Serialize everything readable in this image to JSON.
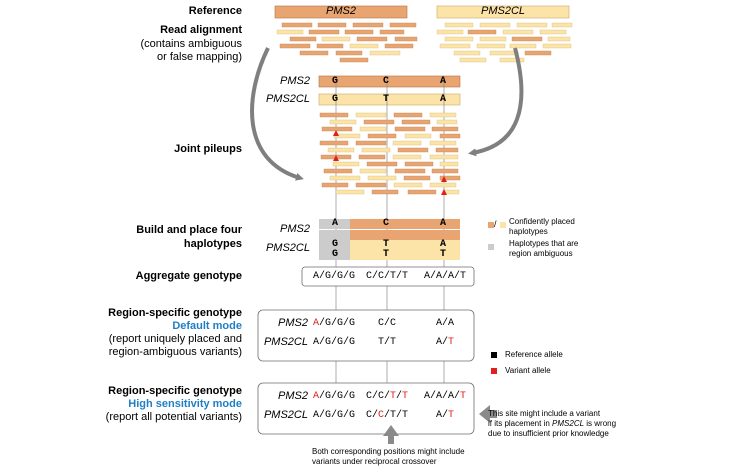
{
  "reference": {
    "title": "Reference",
    "pms2": "PMS2",
    "pms2cl": "PMS2CL"
  },
  "read_alignment": {
    "title": "Read alignment",
    "subtitle_line1": "(contains ambiguous",
    "subtitle_line2": "or false mapping)"
  },
  "haplotype_ref": {
    "pms2": {
      "label": "PMS2",
      "alleles": [
        "G",
        "C",
        "A"
      ]
    },
    "pms2cl": {
      "label": "PMS2CL",
      "alleles": [
        "G",
        "T",
        "A"
      ]
    }
  },
  "joint_pileups": {
    "title": "Joint pileups"
  },
  "build": {
    "title_line1": "Build and place four",
    "title_line2": "haplotypes",
    "pms2": {
      "label": "PMS2",
      "alleles": [
        "A",
        "C",
        "A"
      ]
    },
    "pms2cl": {
      "label": "PMS2CL"
    },
    "pms2cl_col1": [
      "G",
      "G"
    ],
    "pms2cl_col2": [
      "T",
      "T"
    ],
    "pms2cl_col3": [
      "A",
      "T"
    ]
  },
  "legend": {
    "confident_line1": "Confidently placed",
    "confident_line2": "haplotypes",
    "ambiguous_line1": "Haplotypes that are",
    "ambiguous_line2": "region ambiguous",
    "reference_allele": "Reference allele",
    "variant_allele": "Variant allele",
    "colors": {
      "pms2": "#e8a571",
      "pms2cl": "#fce3a8",
      "ambiguous": "#cccccc",
      "reference": "#000000",
      "variant": "#e0201a"
    }
  },
  "aggregate": {
    "title": "Aggregate genotype",
    "values": [
      "A/G/G/G",
      "C/C/T/T",
      "A/A/A/T"
    ]
  },
  "default_mode": {
    "title_line1": "Region-specific genotype",
    "mode": "Default mode",
    "sub_line1": "(report uniquely placed and",
    "sub_line2": "region-ambiguous variants)",
    "pms2": {
      "label": "PMS2",
      "g1_red": "A",
      "g1_rest": "/G/G/G",
      "g2": "C/C",
      "g3": "A/A"
    },
    "pms2cl": {
      "label": "PMS2CL",
      "g1": "A/G/G/G",
      "g2": "T/T",
      "g3_black": "A/",
      "g3_red": "T"
    }
  },
  "high_mode": {
    "title_line1": "Region-specific genotype",
    "mode": "High sensitivity mode",
    "sub_line1": "(report all potential variants)",
    "pms2": {
      "label": "PMS2",
      "g1_red": "A",
      "g1_rest": "/G/G/G",
      "g2_black": "C/C/",
      "g2_red": "T",
      "g2_sep": "/",
      "g2_red2": "T",
      "g3_black": "A/A/A/",
      "g3_red": "T"
    },
    "pms2cl": {
      "label": "PMS2CL",
      "g1": "A/G/G/G",
      "g2_c1": "C/",
      "g2_red": "C",
      "g2_rest": "/T/T",
      "g3_black": "A/",
      "g3_red": "T"
    }
  },
  "annotations": {
    "right_line1": "This site might include a variant",
    "right_line2_pre": "if its placement in ",
    "right_line2_gene": "PMS2CL",
    "right_line2_post": " is wrong",
    "right_line3": "due to insufficient prior knowledge",
    "bottom_line1": "Both corresponding positions might include",
    "bottom_line2": "variants under reciprocal crossover"
  }
}
